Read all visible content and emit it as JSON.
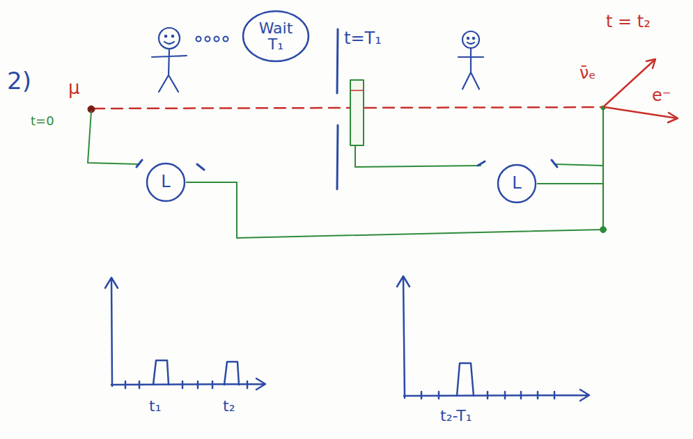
{
  "diagram": {
    "nodes": [
      {
        "text": [
          "Wait T₁"
        ]
      },
      {
        "text": [
          "L"
        ]
      },
      {
        "text": [
          "L"
        ]
      }
    ],
    "edges": [
      {
        "from": 1,
        "to": 2,
        "arrow": "none"
      }
    ],
    "labels": [
      "2)",
      "μ",
      "t=0",
      "t=T₁",
      "t = t₂",
      "ν̄ₑ",
      "e⁻",
      "t₁",
      "t₂",
      "t₂-T₁"
    ]
  }
}
